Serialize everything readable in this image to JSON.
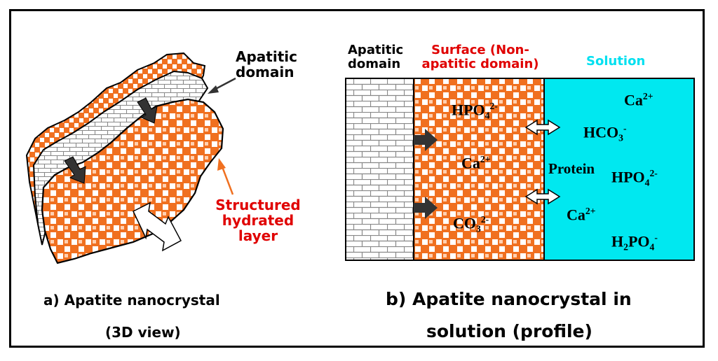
{
  "colors": {
    "orange": "#f07020",
    "red_label": "#e00000",
    "cyan": "#00e8f0",
    "brick_fill": "#ffffff",
    "brick_line": "#888888"
  },
  "panel_a": {
    "label_apatitic_line1": "Apatitic",
    "label_apatitic_line2": "domain",
    "label_layer_line1": "Structured",
    "label_layer_line2": "hydrated",
    "label_layer_line3": "layer",
    "caption_line1": "a) Apatite nanocrystal",
    "caption_line2": "(3D view)"
  },
  "panel_b": {
    "header_apatitic_line1": "Apatitic",
    "header_apatitic_line2": "domain",
    "header_surface_line1": "Surface (Non-",
    "header_surface_line2": "apatitic domain)",
    "header_solution": "Solution",
    "surface_ions": {
      "hpo4": {
        "base": "HPO",
        "sub": "4",
        "sup": "2-"
      },
      "ca": {
        "base": "Ca",
        "sup": "2+"
      },
      "co3": {
        "base": "CO",
        "sub": "3",
        "sup": "2-"
      }
    },
    "solution_ions": {
      "ca_top": {
        "base": "Ca",
        "sup": "2+"
      },
      "hco3": {
        "base": "HCO",
        "sub": "3",
        "sup": "-"
      },
      "protein": "Protein",
      "hpo4": {
        "base": "HPO",
        "sub": "4",
        "sup": "2-"
      },
      "ca_bottom": {
        "base": "Ca",
        "sup": "2+"
      },
      "h2po4": {
        "pre": "H",
        "sub1": "2",
        "mid": "PO",
        "sub2": "4",
        "sup": "-"
      }
    },
    "caption_line1": "b) Apatite nanocrystal in",
    "caption_line2": "solution (profile)"
  }
}
